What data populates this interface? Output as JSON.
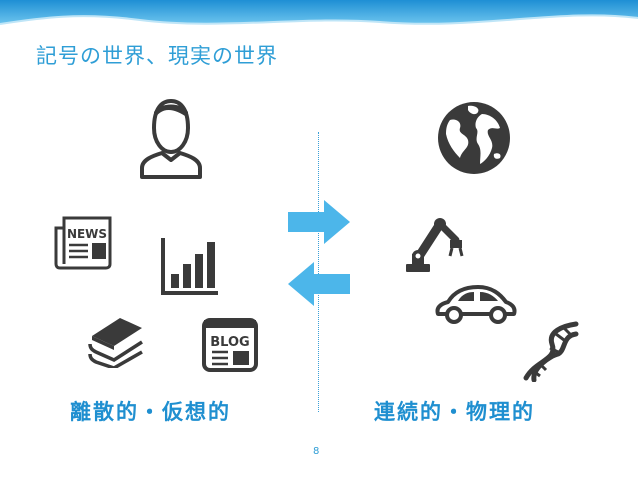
{
  "slide": {
    "title": "記号の世界、現実の世界",
    "left_label": "離散的・仮想的",
    "right_label": "連続的・物理的",
    "page_number": "8"
  },
  "icons": {
    "left": [
      "person-icon",
      "newspaper-icon",
      "bar-chart-icon",
      "books-icon",
      "blog-icon"
    ],
    "center": [
      "arrow-right-icon",
      "arrow-left-icon"
    ],
    "right": [
      "globe-icon",
      "robot-arm-icon",
      "car-icon",
      "dna-icon"
    ]
  },
  "icon_text": {
    "news": "NEWS",
    "blog": "BLOG"
  },
  "colors": {
    "accent": "#2f9ed6",
    "label": "#1f8fd0",
    "arrow": "#4cb6ea",
    "icon": "#3a3a3a"
  }
}
